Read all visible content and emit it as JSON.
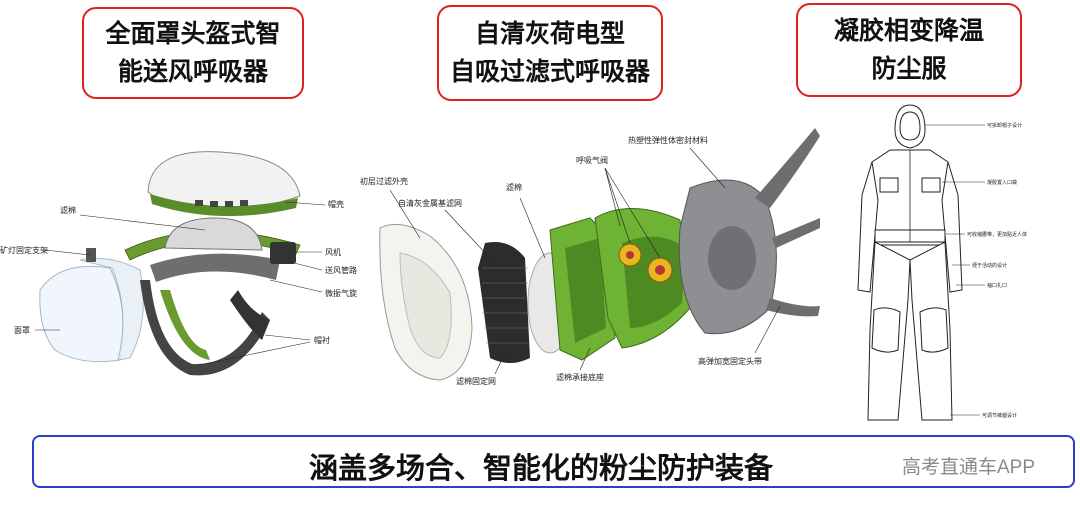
{
  "titles": [
    {
      "line1": "全面罩头盔式智",
      "line2": "能送风呼吸器"
    },
    {
      "line1": "自清灰荷电型",
      "line2": "自吸过滤式呼吸器"
    },
    {
      "line1": "凝胶相变降温",
      "line2": "防尘服"
    }
  ],
  "helmet": {
    "labels": {
      "lvmian": "滤棉",
      "maoke": "帽壳",
      "kuangdeng": "矿灯固定支架",
      "fengji": "风机",
      "songfeng": "送风管路",
      "weizhen": "微振气旋",
      "mianzhao": "面罩",
      "maochen": "帽衬"
    }
  },
  "respirator": {
    "labels": {
      "chuceng": "初层过滤外壳",
      "ziqing": "自清灰金属基滤网",
      "lvmian": "滤棉",
      "huxiqifa": "呼吸气阀",
      "resuxing": "热塑性弹性体密封材料",
      "lvmian_guding": "滤棉固定网",
      "lvmian_chengjie": "滤棉承接底座",
      "gaotan": "高弹加宽固定头带"
    },
    "colors": {
      "green": "#6fb334",
      "valve": "#e8b820"
    }
  },
  "suit": {
    "labels": {
      "maozi": "可拆卸帽子设计",
      "ningjiao": "凝胶置入口袋",
      "shousuo": "可收缩腰带，更加贴近人体",
      "bianyu": "便于活动的设计",
      "xiukou": "袖口扎口",
      "kutui": "可调节裤腿设计"
    }
  },
  "footer": {
    "text": "涵盖多场合、智能化的粉尘防护装备",
    "watermark": "高考直通车APP"
  },
  "colors": {
    "title_border": "#e02020",
    "footer_border": "#2b3fc8"
  }
}
